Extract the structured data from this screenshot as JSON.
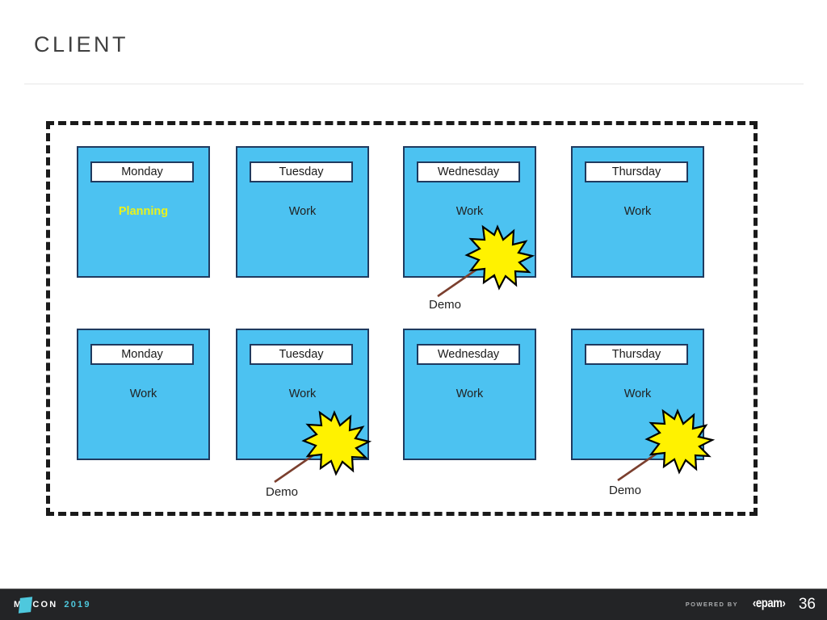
{
  "slide": {
    "title": "CLIENT",
    "page_number": "36"
  },
  "diagram": {
    "rows": [
      {
        "cards": [
          {
            "day": "Monday",
            "activity": "Planning",
            "highlight": true,
            "highlight_color": "#eaf21c"
          },
          {
            "day": "Tuesday",
            "activity": "Work",
            "highlight": false
          },
          {
            "day": "Wednesday",
            "activity": "Work",
            "highlight": false
          },
          {
            "day": "Thursday",
            "activity": "Work",
            "highlight": false
          }
        ]
      },
      {
        "cards": [
          {
            "day": "Monday",
            "activity": "Work",
            "highlight": false
          },
          {
            "day": "Tuesday",
            "activity": "Work",
            "highlight": false
          },
          {
            "day": "Wednesday",
            "activity": "Work",
            "highlight": false
          },
          {
            "day": "Thursday",
            "activity": "Work",
            "highlight": false
          }
        ]
      }
    ],
    "callouts": [
      {
        "label": "Demo",
        "target_day": "Wednesday",
        "target_row": 1
      },
      {
        "label": "Demo",
        "target_day": "Tuesday",
        "target_row": 2
      },
      {
        "label": "Demo",
        "target_day": "Thursday",
        "target_row": 2
      }
    ],
    "colors": {
      "card_fill": "#4cc2f1",
      "card_border": "#1f3a5f",
      "burst_fill": "#fff200",
      "burst_stroke": "#000000",
      "arrow": "#7b3f2e",
      "dashed_border": "#1a1a1a"
    }
  },
  "footer": {
    "brand_prefix": "M",
    "brand_suffix": "CON",
    "brand_year": "2019",
    "powered_by": "POWERED BY",
    "vendor": "‹epam›"
  }
}
